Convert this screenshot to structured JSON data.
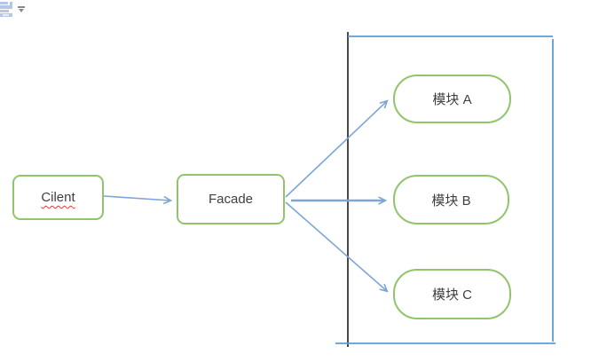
{
  "toolbar": {
    "icon": "table-borders-icon",
    "dropdown": "dropdown-arrow"
  },
  "diagram": {
    "nodes": {
      "client": {
        "label": "Cilent",
        "shape": "rounded-rect",
        "spellcheck": "misspelled"
      },
      "facade": {
        "label": "Facade",
        "shape": "rounded-rect"
      },
      "module_a": {
        "label": "模块 A",
        "shape": "stadium"
      },
      "module_b": {
        "label": "模块 B",
        "shape": "stadium"
      },
      "module_c": {
        "label": "模块 C",
        "shape": "stadium"
      }
    },
    "edges": [
      {
        "from": "client",
        "to": "facade"
      },
      {
        "from": "facade",
        "to": "module_a"
      },
      {
        "from": "facade",
        "to": "module_b"
      },
      {
        "from": "facade",
        "to": "module_c"
      }
    ],
    "container": {
      "encloses": [
        "module_a",
        "module_b",
        "module_c"
      ]
    },
    "colors": {
      "node_border": "#90c56b",
      "arrow": "#7ca6d8",
      "container_border": "#5b9bd5",
      "container_left_edge": "#4a4a4a",
      "text": "#3f3f3f",
      "misspell_underline": "#e03c31"
    }
  }
}
